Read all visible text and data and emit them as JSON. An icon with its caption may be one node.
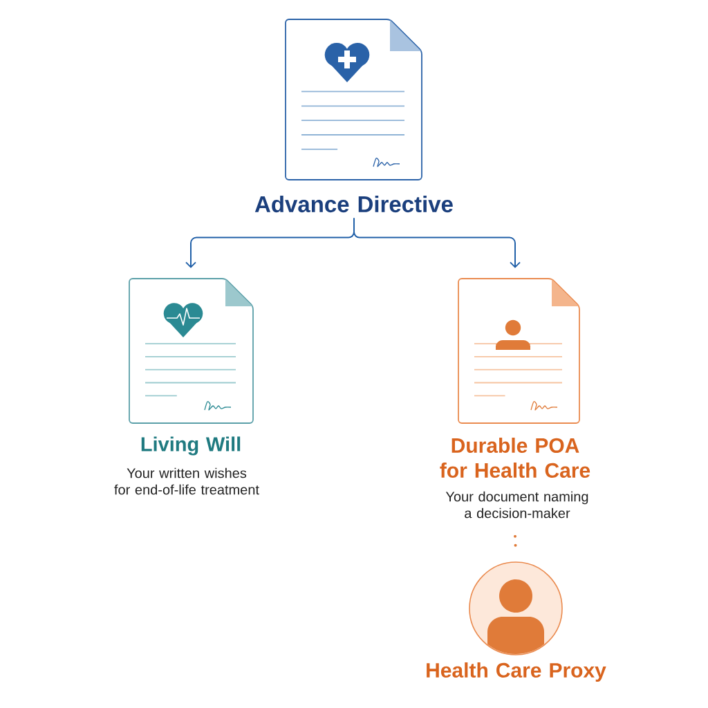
{
  "diagram": {
    "nodes": [
      {
        "text": [
          "Advance Directive"
        ]
      },
      {
        "text": [
          "Living Will",
          "Your written wishes for end-of-life treatment"
        ]
      },
      {
        "text": [
          "Durable POA for Health Care",
          "Your document naming a decision-maker"
        ]
      },
      {
        "text": [
          "Health Care Proxy"
        ]
      }
    ],
    "edges": [
      {
        "from": 0,
        "to": 1,
        "arrow": "to"
      },
      {
        "from": 0,
        "to": 2,
        "arrow": "to"
      },
      {
        "from": 2,
        "to": 3,
        "arrow": "none",
        "style": "dashed",
        "color": "#e07b39"
      }
    ]
  }
}
